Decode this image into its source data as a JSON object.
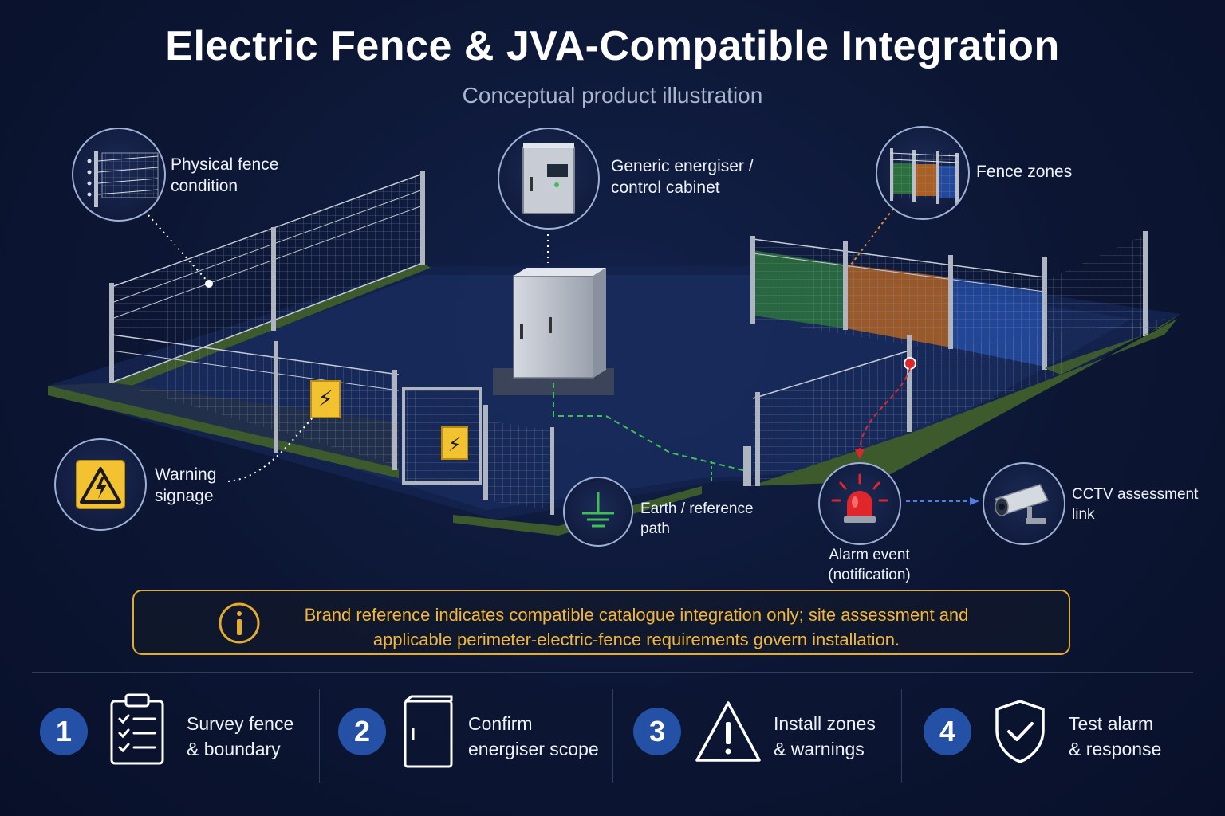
{
  "header": {
    "title": "Electric Fence & JVA-Compatible Integration",
    "subtitle": "Conceptual product illustration"
  },
  "callouts": {
    "fence_condition": {
      "line1": "Physical fence",
      "line2": "condition",
      "icon": "fence-detail-icon"
    },
    "energiser": {
      "line1": "Generic energiser /",
      "line2": "control cabinet",
      "icon": "cabinet-icon"
    },
    "zones": {
      "line1": "Fence zones",
      "icon": "fence-zones-icon"
    },
    "signage": {
      "line1": "Warning",
      "line2": "signage",
      "icon": "warning-sign-icon"
    },
    "earth": {
      "line1": "Earth / reference",
      "line2": "path",
      "icon": "earth-ground-icon"
    },
    "alarm": {
      "line1": "Alarm event",
      "line2": "(notification)",
      "icon": "alarm-beacon-icon"
    },
    "cctv": {
      "line1": "CCTV assessment",
      "line2": "link",
      "icon": "cctv-camera-icon"
    }
  },
  "zone_colors": {
    "zone1": "#2f7d3a",
    "zone2": "#c46a1c",
    "zone3": "#2a5ac0"
  },
  "notice": {
    "line1": "Brand reference indicates compatible catalogue integration only; site assessment and",
    "line2": "applicable perimeter-electric-fence requirements govern installation.",
    "icon": "info-icon",
    "color": "#e5ac2c"
  },
  "steps": [
    {
      "number": "1",
      "line1": "Survey fence",
      "line2": "& boundary",
      "icon": "clipboard-checklist-icon"
    },
    {
      "number": "2",
      "line1": "Confirm",
      "line2": "energiser scope",
      "icon": "cabinet-outline-icon"
    },
    {
      "number": "3",
      "line1": "Install zones",
      "line2": "& warnings",
      "icon": "warning-triangle-icon"
    },
    {
      "number": "4",
      "line1": "Test alarm",
      "line2": "& response",
      "icon": "shield-check-icon"
    }
  ],
  "colors": {
    "accent_blue": "#2451a6",
    "warning_yellow": "#f2c230",
    "earth_green": "#3fbf55",
    "alarm_red": "#e0262b"
  }
}
